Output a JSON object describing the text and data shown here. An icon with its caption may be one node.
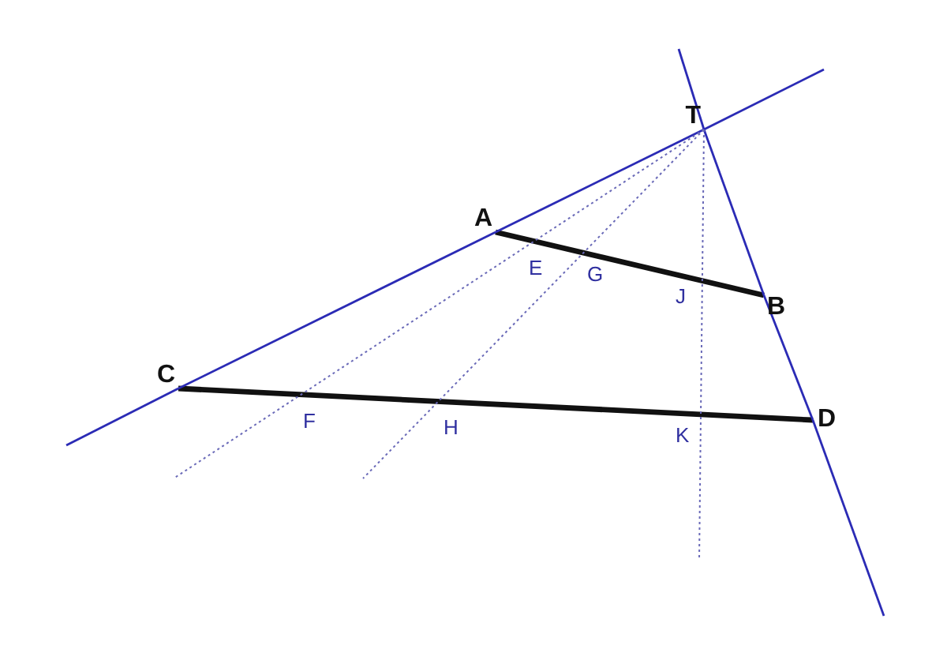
{
  "diagram": {
    "nodes": [
      {
        "text": [
          "T"
        ]
      },
      {
        "text": [
          "A"
        ]
      },
      {
        "text": [
          "B"
        ]
      },
      {
        "text": [
          "C"
        ]
      },
      {
        "text": [
          "D"
        ]
      }
    ],
    "edges": [
      {
        "from": 1,
        "to": 2,
        "arrow": "none",
        "style": "thick",
        "color": "#111111"
      },
      {
        "from": 3,
        "to": 4,
        "arrow": "none",
        "style": "thick",
        "color": "#111111"
      },
      {
        "from": null,
        "to": 3,
        "arrow": "none",
        "color": "#2b2bb5"
      },
      {
        "from": 3,
        "to": 1,
        "arrow": "none",
        "color": "#2b2bb5"
      },
      {
        "from": 1,
        "to": 0,
        "arrow": "none",
        "color": "#2b2bb5"
      },
      {
        "from": 0,
        "to": null,
        "arrow": "none",
        "color": "#2b2bb5"
      },
      {
        "from": null,
        "to": 0,
        "arrow": "none",
        "color": "#2b2bb5"
      },
      {
        "from": 0,
        "to": 2,
        "arrow": "none",
        "color": "#2b2bb5"
      },
      {
        "from": 2,
        "to": 4,
        "arrow": "none",
        "color": "#2b2bb5"
      },
      {
        "from": 4,
        "to": null,
        "arrow": "none",
        "color": "#2b2bb5"
      },
      {
        "from": 0,
        "to": null,
        "arrow": "none",
        "style": "dashed",
        "color": "#6a6ab8"
      },
      {
        "from": 0,
        "to": null,
        "arrow": "none",
        "style": "dashed",
        "color": "#6a6ab8"
      },
      {
        "from": 0,
        "to": null,
        "arrow": "none",
        "style": "dashed",
        "color": "#6a6ab8"
      }
    ],
    "labels": [
      "E",
      "G",
      "J",
      "F",
      "H",
      "K"
    ]
  }
}
